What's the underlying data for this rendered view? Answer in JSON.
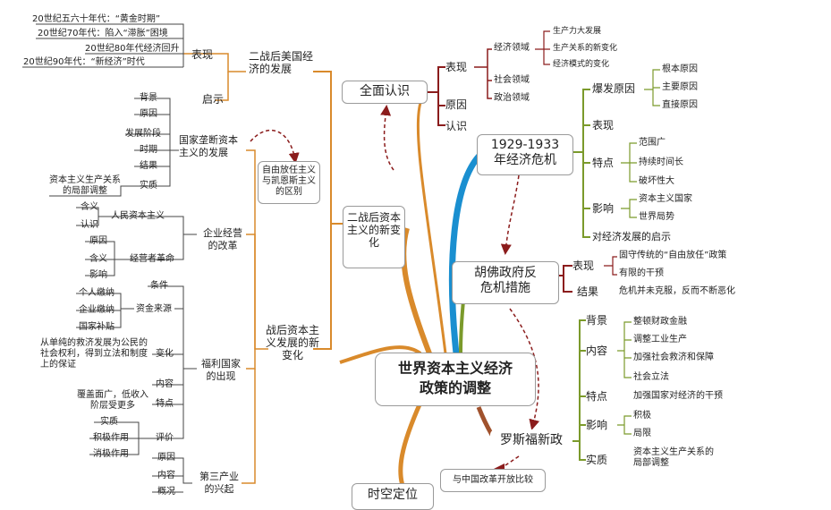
{
  "center": {
    "line1": "世界资本主义经济",
    "line2": "政策的调整"
  },
  "left_top": {
    "main": "二战后资本主义的新变化",
    "us_branch": "二战后美国经济的发展",
    "biaoxian": "表现",
    "qishi": "启示",
    "eras": [
      "20世纪五六十年代：“黄金时期”",
      "20世纪70年代：陷入“滞胀”困境",
      "20世纪80年代经济回升",
      "20世纪90年代：“新经济”时代"
    ],
    "monopoly": "国家垄断资本主义的发展",
    "monopoly_items": [
      "背景",
      "原因",
      "发展阶段",
      "时期",
      "结果",
      "实质"
    ],
    "monopoly_note": "资本主义生产关系的局部调整",
    "compare_box": "自由放任主义与凯恩斯主义的区别"
  },
  "left_bottom": {
    "postwar": "战后资本主义发展的新变化",
    "enterprise": "企业经营的改革",
    "peoples_capitalism": "人民资本主义",
    "pc_items": [
      "含义",
      "认识"
    ],
    "manager_rev": "经营者革命",
    "mr_items": [
      "原因",
      "含义",
      "影响"
    ],
    "welfare": "福利国家的出现",
    "tiaojian": "条件",
    "zijin": "资金来源",
    "zijin_items": [
      "个人缴纳",
      "企业缴纳",
      "国家补贴"
    ],
    "bianhua": "变化",
    "bianhua_note": "从单纯的救济发展为公民的社会权利，得到立法和制度上的保证",
    "neirong": "内容",
    "tedian": "特点",
    "tedian_note": "覆盖面广，低收入阶层受更多",
    "pingjia": "评价",
    "pingjia_items": [
      "实质",
      "积极作用",
      "消极作用"
    ],
    "tertiary": "第三产业的兴起",
    "tertiary_items": [
      "原因",
      "内容",
      "概况"
    ]
  },
  "right_top": {
    "overall": "全面认识",
    "biaoxian": "表现",
    "yuanyin": "原因",
    "renshi": "认识",
    "econ": "经济领域",
    "econ_items": [
      "生产力大发展",
      "生产关系的新变化",
      "经济模式的变化"
    ],
    "social": "社会领域",
    "political": "政治领域"
  },
  "crisis": {
    "title1": "1929-1933",
    "title2": "年经济危机",
    "outbreak": "爆发原因",
    "outbreak_items": [
      "根本原因",
      "主要原因",
      "直接原因"
    ],
    "biaoxian": "表现",
    "tedian": "特点",
    "tedian_items": [
      "范围广",
      "持续时间长",
      "破坏性大"
    ],
    "yingxiang": "影响",
    "yingxiang_items": [
      "资本主义国家",
      "世界局势"
    ],
    "qishi": "对经济发展的启示"
  },
  "hoover": {
    "title1": "胡佛政府反",
    "title2": "危机措施",
    "biaoxian": "表现",
    "biaoxian_items": [
      "固守传统的“自由放任”政策",
      "有限的干预"
    ],
    "jieguo": "结果",
    "jieguo_note": "危机并未克服，反而不断恶化"
  },
  "newdeal": {
    "title": "罗斯福新政",
    "beijing": "背景",
    "neirong": "内容",
    "neirong_items": [
      "整顿财政金融",
      "调整工业生产",
      "加强社会救济和保障",
      "社会立法"
    ],
    "tedian": "特点",
    "tedian_note": "加强国家对经济的干预",
    "yingxiang": "影响",
    "yingxiang_items": [
      "积极",
      "局限"
    ],
    "shizhi": "实质",
    "shizhi_note": "资本主义生产关系的局部调整",
    "compare": "与中国改革开放比较"
  },
  "bottom_cut": "时空定位",
  "colors": {
    "orange": "#d98a2b",
    "red": "#8b1c1c",
    "green": "#7b9a2b",
    "blue": "#1a8fd0",
    "line": "#444444"
  }
}
